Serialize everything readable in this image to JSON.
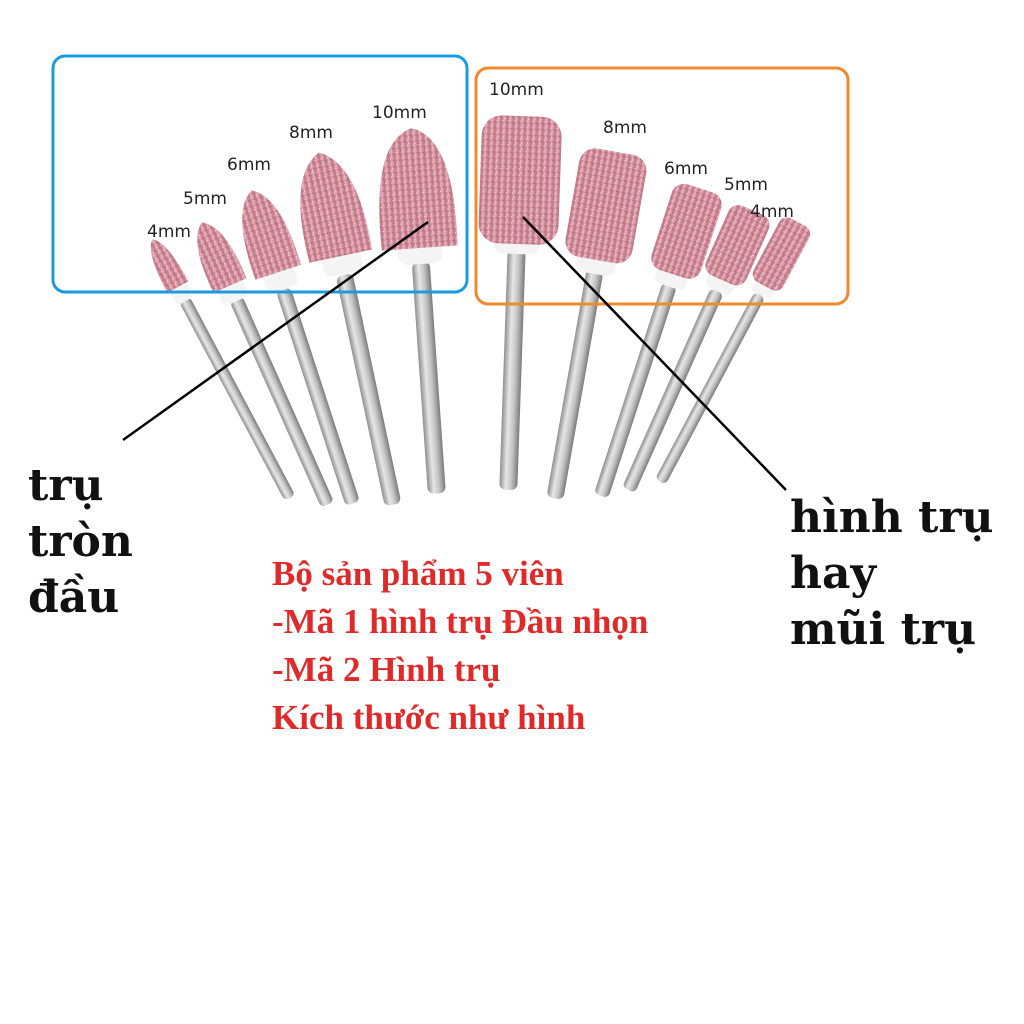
{
  "colors": {
    "blue_box": "#1a9be0",
    "orange_box": "#f08a2c",
    "pink_stone": "#d9909f",
    "shank": "#b8b8b8",
    "red_text": "#e02a2a",
    "black_text": "#111111"
  },
  "group_left": {
    "sizes": [
      "4mm",
      "5mm",
      "6mm",
      "8mm",
      "10mm"
    ]
  },
  "group_right": {
    "sizes": [
      "10mm",
      "8mm",
      "6mm",
      "5mm",
      "4mm"
    ]
  },
  "label_left": {
    "lines": [
      "trụ",
      "tròn",
      "đầu"
    ]
  },
  "label_right": {
    "lines": [
      "hình trụ",
      "hay",
      "mũi trụ"
    ]
  },
  "description": {
    "lines": [
      "Bộ sản phẩm 5 viên",
      "-Mã 1 hình trụ Đầu nhọn",
      "-Mã 2 Hình trụ",
      "Kích thước như hình"
    ]
  }
}
